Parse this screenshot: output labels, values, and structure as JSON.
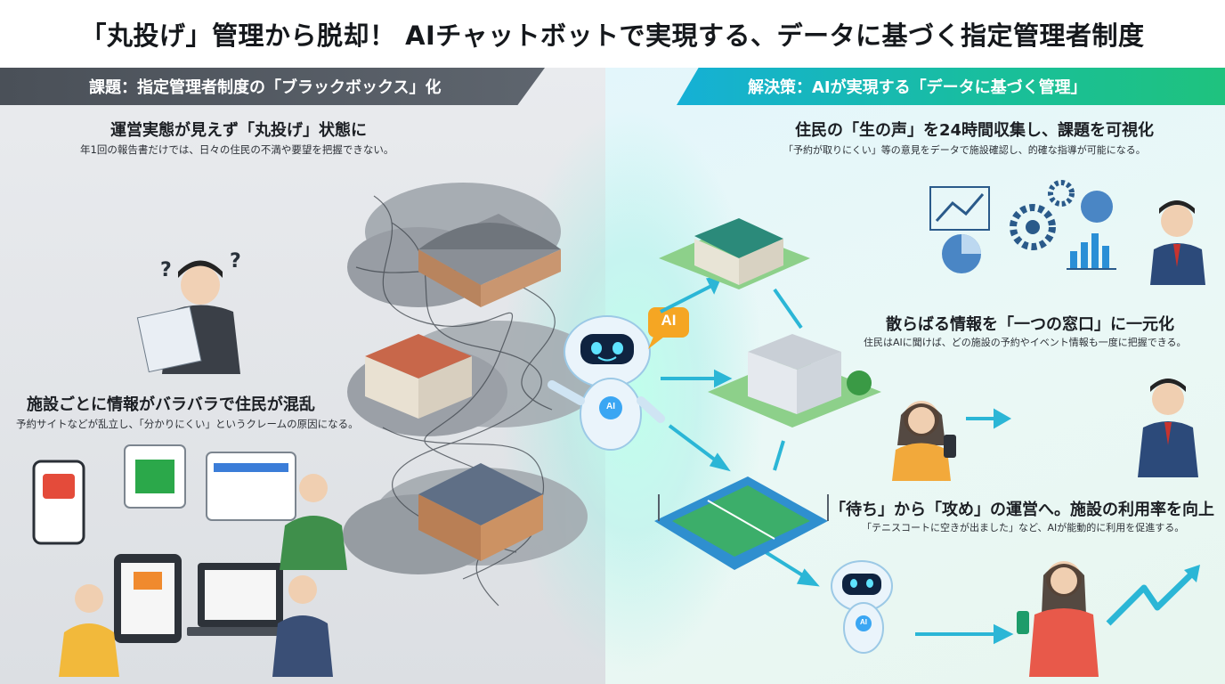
{
  "title": "「丸投げ」管理から脱却！ AIチャットボットで実現する、データに基づく指定管理者制度",
  "left": {
    "header": "課題：指定管理者制度の「ブラックボックス」化",
    "point1": {
      "heading": "運営実態が見えず「丸投げ」状態に",
      "sub": "年1回の報告書だけでは、日々の住民の不満や要望を把握できない。"
    },
    "point2": {
      "heading": "施設ごとに情報がバラバラで住民が混乱",
      "sub": "予約サイトなどが乱立し、「分かりにくい」というクレームの原因になる。"
    }
  },
  "right": {
    "header": "解決策：AIが実現する「データに基づく管理」",
    "point1": {
      "heading": "住民の「生の声」を24時間収集し、課題を可視化",
      "sub": "「予約が取りにくい」等の意見をデータで施設確認し、的確な指導が可能になる。"
    },
    "point2": {
      "heading": "散らばる情報を「一つの窓口」に一元化",
      "sub": "住民はAIに聞けば、どの施設の予約やイベント情報も一度に把握できる。"
    },
    "point3": {
      "heading": "「待ち」から「攻め」の運営へ。施設の利用率を向上",
      "sub": "「テニスコートに空きが出ました」など、AIが能動的に利用を促進する。"
    }
  },
  "center": {
    "ai_bubble": "AI",
    "robot_badge": "AI",
    "robot2_badge": "AI"
  },
  "colors": {
    "left_header": "#4a5058",
    "right_header": "#19bf9a",
    "arrow": "#2bb6d6",
    "accent_orange": "#f5a623"
  }
}
